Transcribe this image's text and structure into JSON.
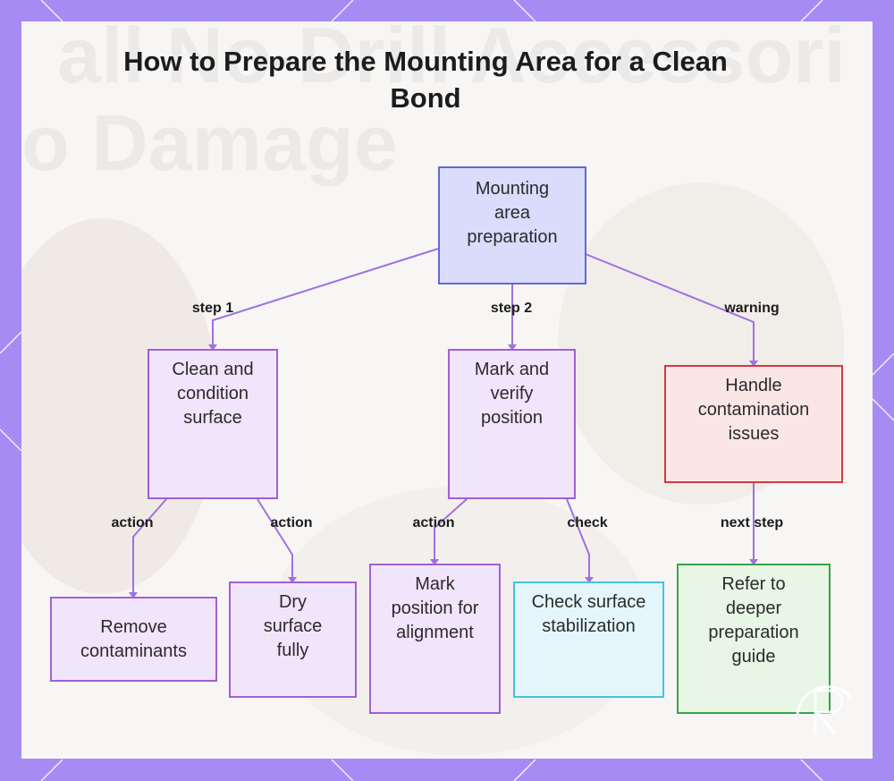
{
  "title": "How to Prepare the Mounting Area for a Clean Bond",
  "background_text": [
    "all No-Drill Accessori",
    "o Damage"
  ],
  "nodes": {
    "root": "Mounting area preparation",
    "clean": "Clean and condition surface",
    "mark": "Mark and verify position",
    "handle": "Handle contamination issues",
    "remove": "Remove contaminants",
    "dry": "Dry surface fully",
    "mark_align": "Mark position for alignment",
    "check": "Check surface stabilization",
    "refer": "Refer to deeper preparation guide"
  },
  "edge_labels": {
    "step1": "step 1",
    "step2": "step 2",
    "warning": "warning",
    "action_remove": "action",
    "action_dry": "action",
    "action_mark": "action",
    "check": "check",
    "next_step": "next step"
  },
  "colors": {
    "frame": "#a78bf5",
    "edge": "#a070e0",
    "root_fill": "#d9dcfb",
    "root_border": "#6468cf",
    "node_fill": "#f1e5fb",
    "node_border": "#a25fd6",
    "warning_fill": "#fbe6e6",
    "warning_border": "#d03a44",
    "check_fill": "#e4f6fb",
    "check_border": "#46c3de",
    "guide_fill": "#e8f6e6",
    "guide_border": "#3ba24a"
  }
}
